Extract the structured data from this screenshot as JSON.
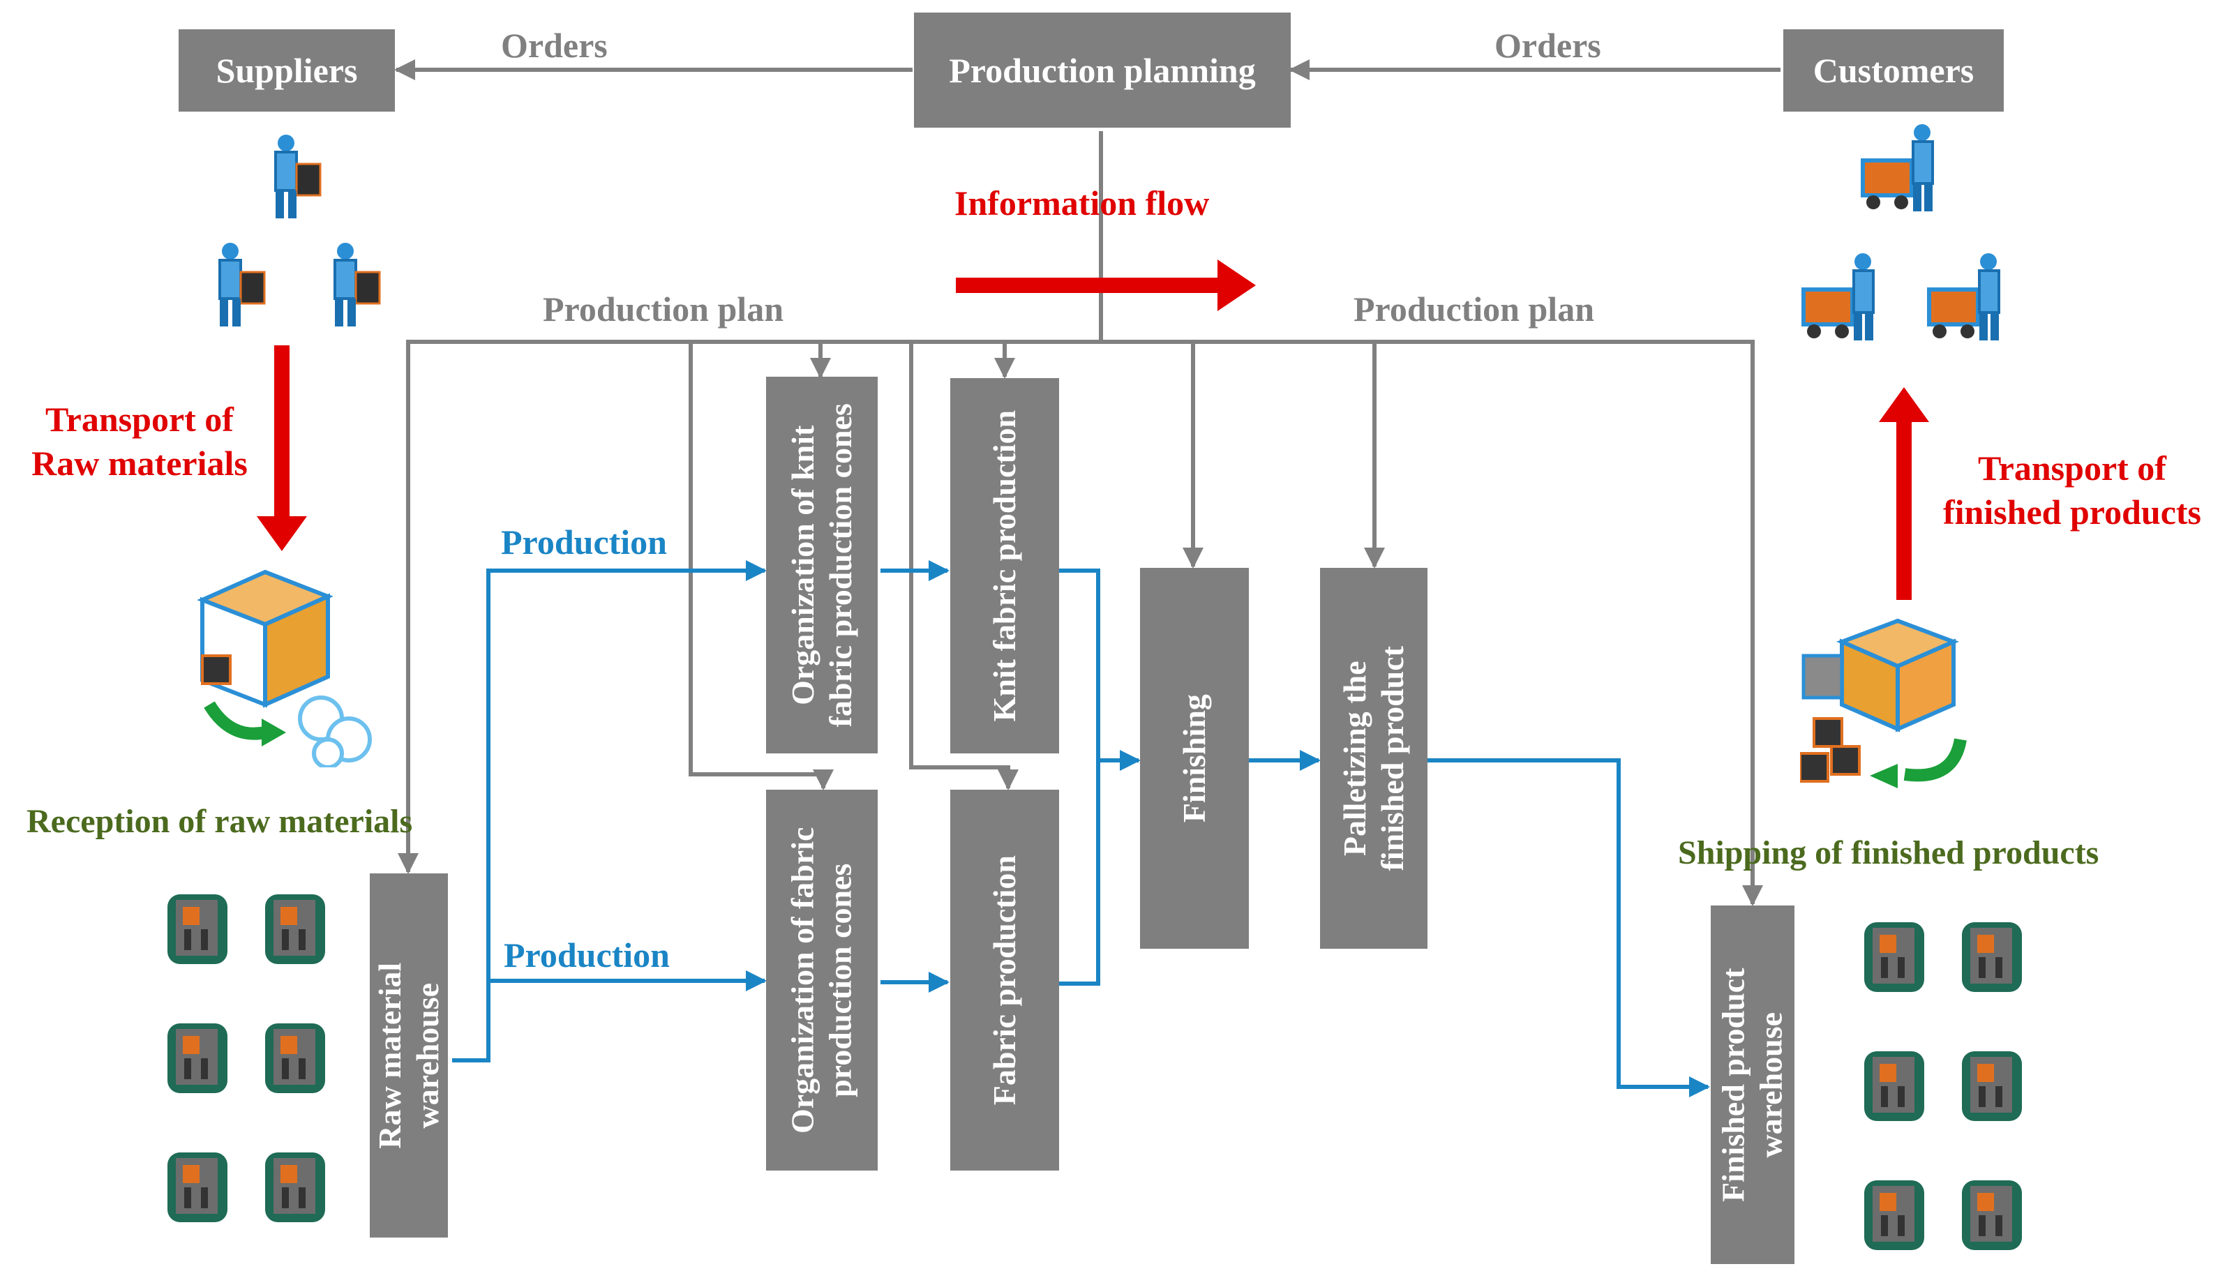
{
  "boxes": {
    "suppliers": "Suppliers",
    "production_planning": "Production planning",
    "customers": "Customers",
    "raw_material_warehouse": [
      "Raw  material",
      "warehouse"
    ],
    "org_knit_cones": [
      "Organization  of knit",
      "fabric production cones"
    ],
    "knit_fabric_production": [
      "Knit  fabric production"
    ],
    "org_fabric_cones": [
      "Organization of fabric",
      "production cones"
    ],
    "fabric_production": [
      "Fabric production"
    ],
    "finishing": [
      "Finishing"
    ],
    "palletizing": [
      "Palletizing the",
      "finished product"
    ],
    "finished_product_warehouse": [
      "Finished  product",
      "warehouse"
    ]
  },
  "labels": {
    "orders_left": "Orders",
    "orders_right": "Orders",
    "information_flow": "Information flow",
    "production_plan_left": "Production plan",
    "production_plan_right": "Production plan",
    "transport_raw": [
      "Transport of",
      "Raw materials"
    ],
    "transport_finished": [
      "Transport of",
      "finished products"
    ],
    "production_top": "Production",
    "production_bottom": "Production",
    "reception": "Reception of raw materials",
    "shipping": "Shipping of finished products"
  },
  "colors": {
    "box": "#7f7f7f",
    "info_line": "#808080",
    "production_line": "#1a85c5",
    "red_arrow": "#e00000",
    "green_text": "#4b6a1e"
  },
  "icons": {
    "suppliers_people": "worker-with-cart-icon",
    "customers_people": "worker-with-cart-icon",
    "reception_truck": "unloading-truck-icon",
    "shipping_truck": "loading-truck-icon",
    "machines": "knitting-machine-icon"
  }
}
